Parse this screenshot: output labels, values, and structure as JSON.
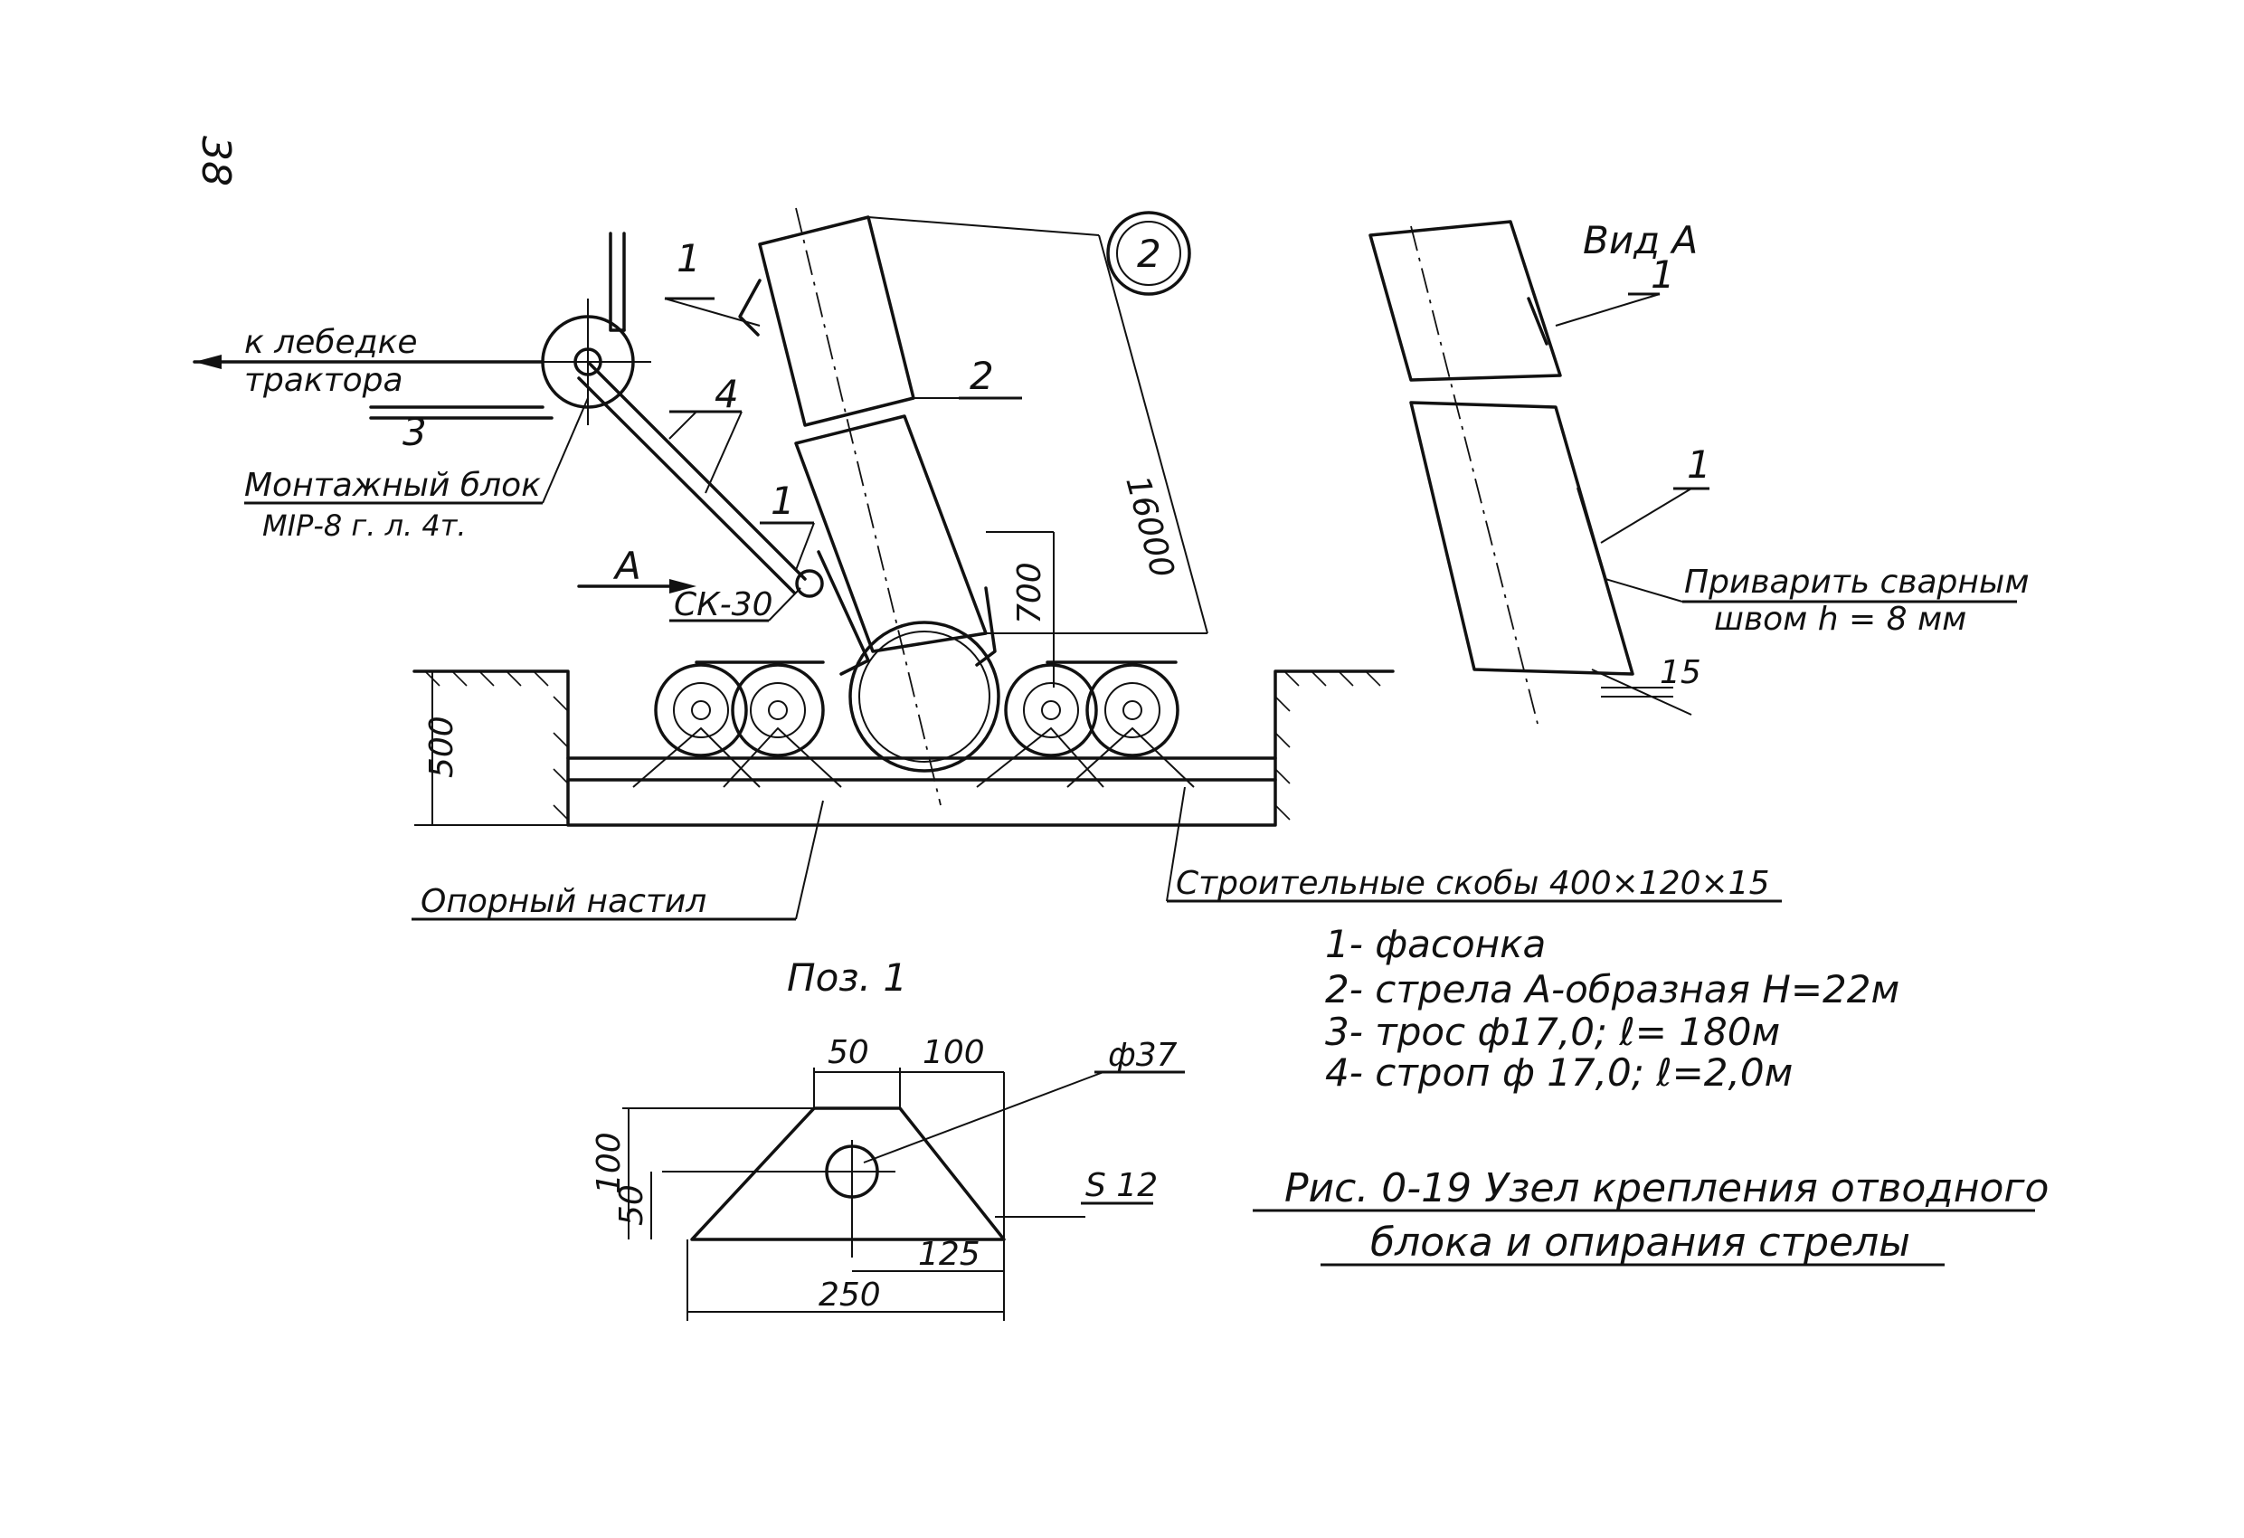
{
  "page_number": "38",
  "view_a_title": "Вид А",
  "position_circle": "2",
  "labels": {
    "to_winch_1": "к лебедке",
    "to_winch_2": "трактора",
    "pulley_1": "Монтажный блок",
    "pulley_2": "МIР-8 г. л. 4т.",
    "arrow_a": "А",
    "shackle": "СК-30",
    "support_deck": "Опорный настил",
    "staples": "Строительные скобы 400×120×15",
    "weld_1": "Приварить сварным",
    "weld_2": "швом h = 8 мм"
  },
  "callouts": [
    "1",
    "2",
    "3",
    "4",
    "1",
    "1",
    "1"
  ],
  "dimensions": {
    "boom_length": "16000",
    "ctr_height": "700",
    "pit_depth": "500",
    "weld_offset": "15",
    "plate_top": "50",
    "plate_top_right": "100",
    "hole_diameter": "ф37",
    "plate_height": "100",
    "hole_height": "50",
    "thickness": "S 12",
    "half_width": "125",
    "width": "250"
  },
  "detail_title": "Поз. 1",
  "legend": [
    "1- фасонка",
    "2- стрела А-образная  Н=22м",
    "3- трос ф17,0;  ℓ= 180м",
    "4- строп ф 17,0;  ℓ=2,0м"
  ],
  "figure_caption_1": "Рис. 0-19  Узел крепления отводного",
  "figure_caption_2": "блока и опирания стрелы"
}
